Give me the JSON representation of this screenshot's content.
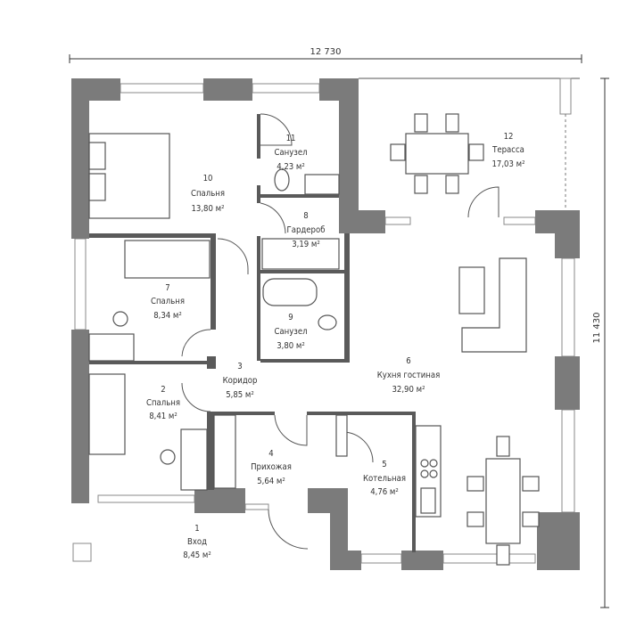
{
  "dimensions": {
    "width": "12 730",
    "height": "11 430"
  },
  "rooms": [
    {
      "num": "1",
      "name": "Вход",
      "area": "8,45 м²"
    },
    {
      "num": "2",
      "name": "Спальня",
      "area": "8,41 м²"
    },
    {
      "num": "3",
      "name": "Коридор",
      "area": "5,85 м²"
    },
    {
      "num": "4",
      "name": "Прихожая",
      "area": "5,64 м²"
    },
    {
      "num": "5",
      "name": "Котельная",
      "area": "4,76 м²"
    },
    {
      "num": "6",
      "name": "Кухня гостиная",
      "area": "32,90 м²"
    },
    {
      "num": "7",
      "name": "Спальня",
      "area": "8,34 м²"
    },
    {
      "num": "8",
      "name": "Гардероб",
      "area": "3,19 м²"
    },
    {
      "num": "9",
      "name": "Санузел",
      "area": "3,80 м²"
    },
    {
      "num": "10",
      "name": "Спальня",
      "area": "13,80 м²"
    },
    {
      "num": "11",
      "name": "Санузел",
      "area": "4,23 м²"
    },
    {
      "num": "12",
      "name": "Терасса",
      "area": "17,03 м²"
    }
  ],
  "colors": {
    "wall": "#7b7b7b",
    "line": "#555555"
  }
}
